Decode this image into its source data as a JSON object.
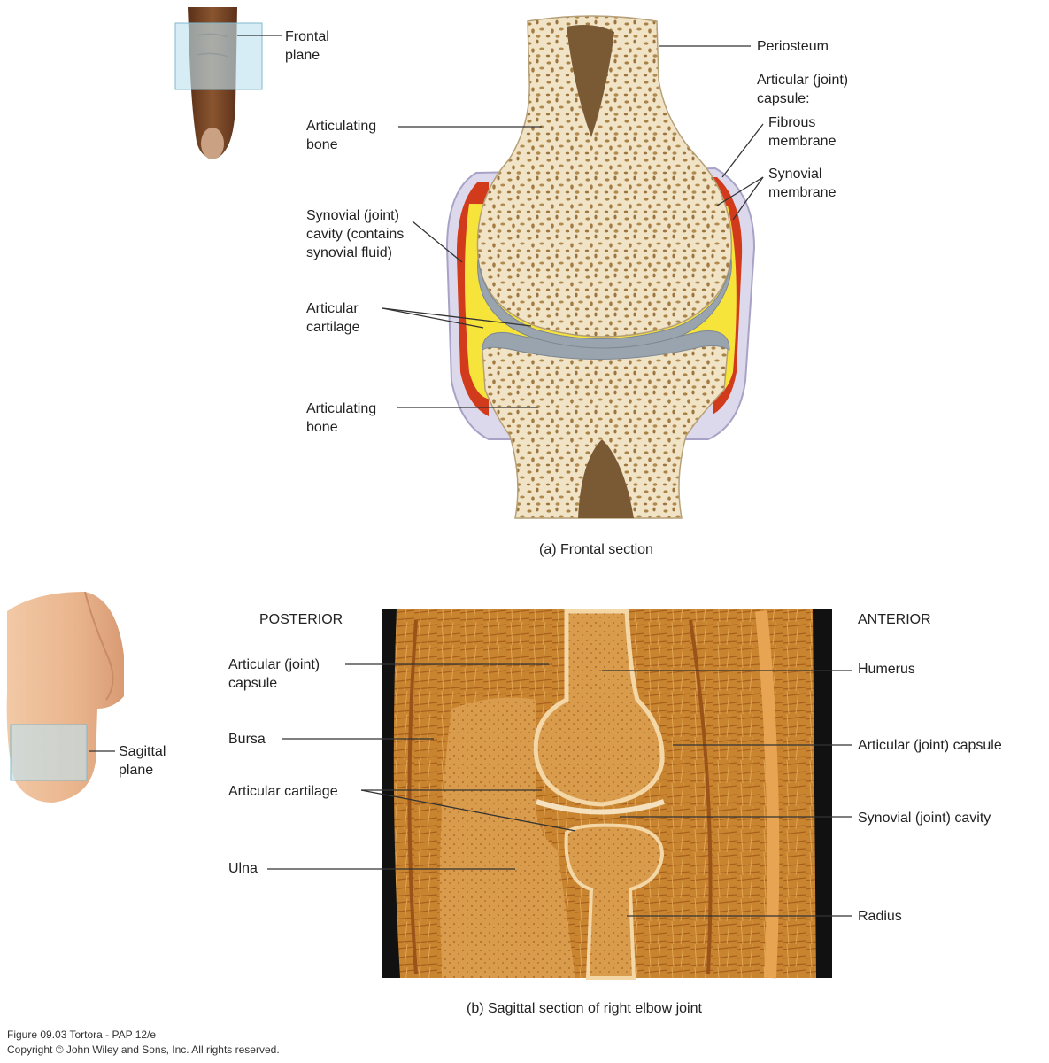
{
  "frontal": {
    "plane_label": "Frontal plane",
    "caption": "(a) Frontal section",
    "labels": {
      "periosteum": "Periosteum",
      "capsule": "Articular (joint) capsule:",
      "fibrous": "Fibrous membrane",
      "synovial_membrane": "Synovial membrane",
      "bone_top": "Articulating bone",
      "cavity": "Synovial (joint) cavity (contains synovial fluid)",
      "cartilage": "Articular cartilage",
      "bone_bottom": "Articulating bone"
    }
  },
  "sagittal": {
    "plane_label": "Sagittal plane",
    "caption": "(b) Sagittal section of right elbow joint",
    "posterior": "POSTERIOR",
    "anterior": "ANTERIOR",
    "labels": {
      "capsule_left": "Articular (joint) capsule",
      "bursa": "Bursa",
      "cartilage": "Articular cartilage",
      "ulna": "Ulna",
      "humerus": "Humerus",
      "capsule_right": "Articular (joint) capsule",
      "cavity": "Synovial (joint) cavity",
      "radius": "Radius"
    }
  },
  "footer": {
    "figure": "Figure 09.03  Tortora - PAP 12/e",
    "copyright": "Copyright © John Wiley and Sons, Inc. All rights reserved."
  },
  "colors": {
    "bone": "#f3e7cc",
    "spongy": "#b08a4e",
    "marrow": "#7a5a35",
    "cartilage": "#9aa4ae",
    "fluid": "#f7e43a",
    "membrane": "#d23a1c",
    "capsule": "#dcd9ec",
    "specimen": "#c47c2a",
    "plane": "#bfe2f0"
  }
}
